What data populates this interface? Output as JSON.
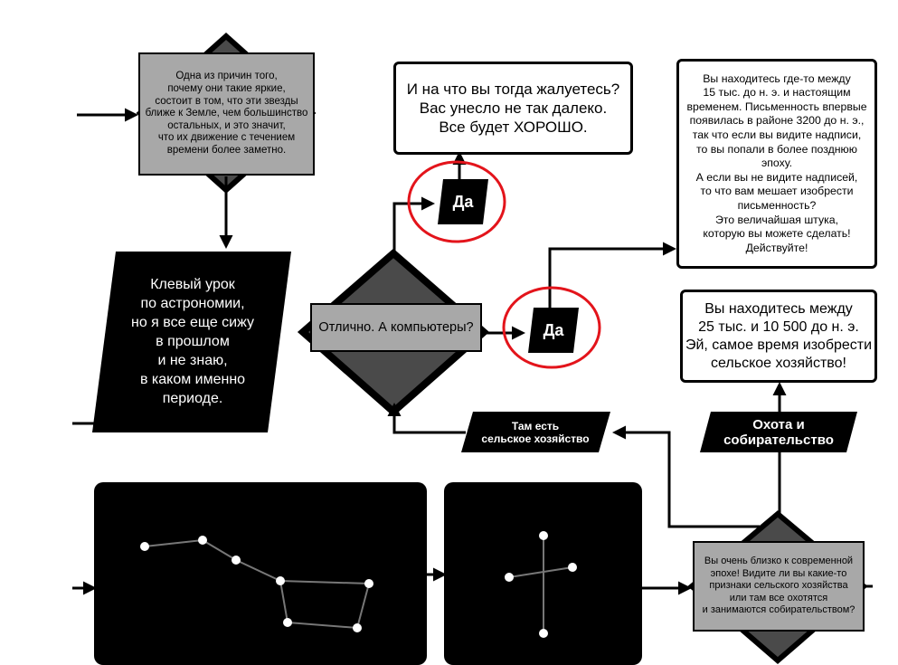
{
  "reason_box": {
    "text": "Одна из причин того,\nпочему они такие яркие,\nсостоит в том, что эти звезды\nближе к Земле, чем большинство\nостальных, и это значит,\nчто их движение с течением\nвремени более заметно."
  },
  "astronomy_box": {
    "text": "Клевый урок\nпо астрономии,\nно я все еще сижу\nв прошлом\nи не знаю,\nв каком именно\nпериоде."
  },
  "complaint_box": {
    "text": "И на что вы тогда жалуетесь?\nВас унесло не так далеко.\nВсе будет ХОРОШО."
  },
  "yes_top": {
    "label": "Да"
  },
  "computers_question": {
    "text": "Отлично. А компьютеры?"
  },
  "yes_mid": {
    "label": "Да"
  },
  "writing_box": {
    "text": "Вы находитесь где-то между\n15 тыс. до н. э. и настоящим\nвременем. Письменность впервые\nпоявилась в районе 3200 до н. э.,\nтак что если вы видите надписи,\nто вы попали в более позднюю\nэпоху.\nА если вы не видите надписей,\nто что вам мешает изобрести\nписьменность?\nЭто величайшая штука,\nкоторую вы можете сделать!\nДействуйте!"
  },
  "farming_invent_box": {
    "text": "Вы находитесь между\n25 тыс. и 10 500 до н. э.\nЭй, самое время изобрести\nсельское хозяйство!"
  },
  "agriculture_label": {
    "text": "Там есть\nсельское хозяйство"
  },
  "hunting_label": {
    "text": "Охота и\nсобирательство"
  },
  "near_modern_box": {
    "text": "Вы очень близко к современной\nэпохе! Видите ли вы какие-то\nпризнаки сельского хозяйства\nили там все охотятся\nи занимаются собирательством?"
  },
  "colors": {
    "highlight": "#e3141b",
    "dark_diamond": "#4a4a4a",
    "gray_box": "#a8a8a8",
    "panel": "#000000"
  }
}
